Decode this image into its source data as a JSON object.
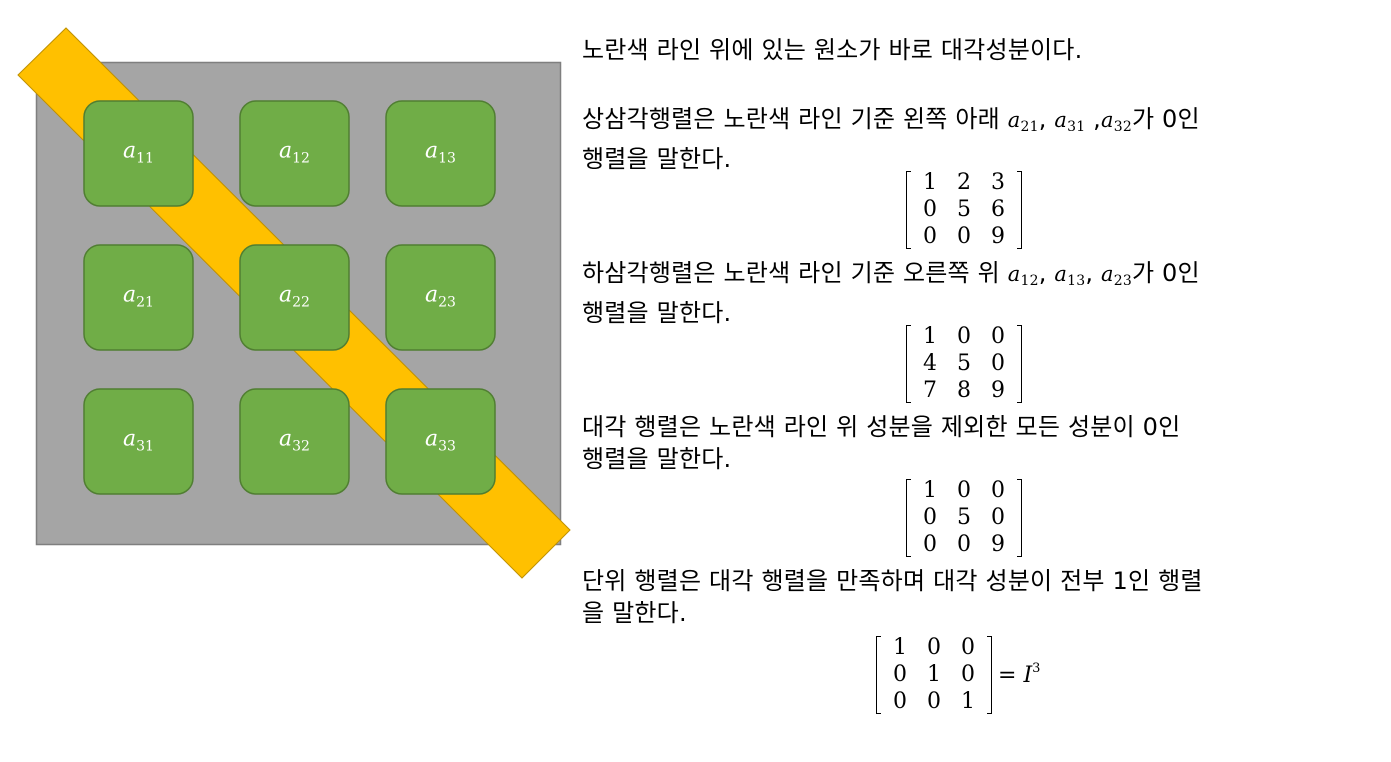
{
  "colors": {
    "background_panel": "#a5a5a5",
    "panel_border": "#7f7f7f",
    "diagonal_band": "#ffc000",
    "diagonal_band_border": "#bf9000",
    "cell_fill": "#70ad47",
    "cell_border": "#507e32",
    "cell_text": "#ffffff"
  },
  "cells": [
    {
      "base": "a",
      "sub": "11"
    },
    {
      "base": "a",
      "sub": "12"
    },
    {
      "base": "a",
      "sub": "13"
    },
    {
      "base": "a",
      "sub": "21"
    },
    {
      "base": "a",
      "sub": "22"
    },
    {
      "base": "a",
      "sub": "23"
    },
    {
      "base": "a",
      "sub": "31"
    },
    {
      "base": "a",
      "sub": "32"
    },
    {
      "base": "a",
      "sub": "33"
    }
  ],
  "text": {
    "intro": "노란색 라인 위에 있는 원소가 바로 대각성분이다.",
    "upper": {
      "before": "상삼각행렬은 노란색 라인 기준 왼쪽 아래 ",
      "m1": "a",
      "m1_sub": "21",
      "sep1": ", ",
      "m2": "a",
      "m2_sub": "31",
      "sep2": " ,",
      "m3": "a",
      "m3_sub": "32",
      "after": "가 0인",
      "line2": "행렬을 말한다."
    },
    "lower": {
      "before": "하삼각행렬은 노란색 라인 기준 오른쪽 위 ",
      "m1": "a",
      "m1_sub": "12",
      "sep1": ", ",
      "m2": "a",
      "m2_sub": "13",
      "sep2": ", ",
      "m3": "a",
      "m3_sub": "23",
      "after": "가 0인",
      "line2": "행렬을 말한다."
    },
    "diagonal": {
      "line1": "대각 행렬은 노란색 라인 위 성분을 제외한 모든 성분이 0인",
      "line2": "행렬을 말한다."
    },
    "identity": {
      "line1": "단위 행렬은 대각 행렬을 만족하며 대각 성분이 전부 1인 행렬",
      "line2": "을 말한다.",
      "equals": "=",
      "symbol": "I",
      "power": "3"
    }
  },
  "matrices": {
    "upper": [
      [
        "1",
        "2",
        "3"
      ],
      [
        "0",
        "5",
        "6"
      ],
      [
        "0",
        "0",
        "9"
      ]
    ],
    "lower": [
      [
        "1",
        "0",
        "0"
      ],
      [
        "4",
        "5",
        "0"
      ],
      [
        "7",
        "8",
        "9"
      ]
    ],
    "diagonal": [
      [
        "1",
        "0",
        "0"
      ],
      [
        "0",
        "5",
        "0"
      ],
      [
        "0",
        "0",
        "9"
      ]
    ],
    "identity": [
      [
        "1",
        "0",
        "0"
      ],
      [
        "0",
        "1",
        "0"
      ],
      [
        "0",
        "0",
        "1"
      ]
    ]
  }
}
